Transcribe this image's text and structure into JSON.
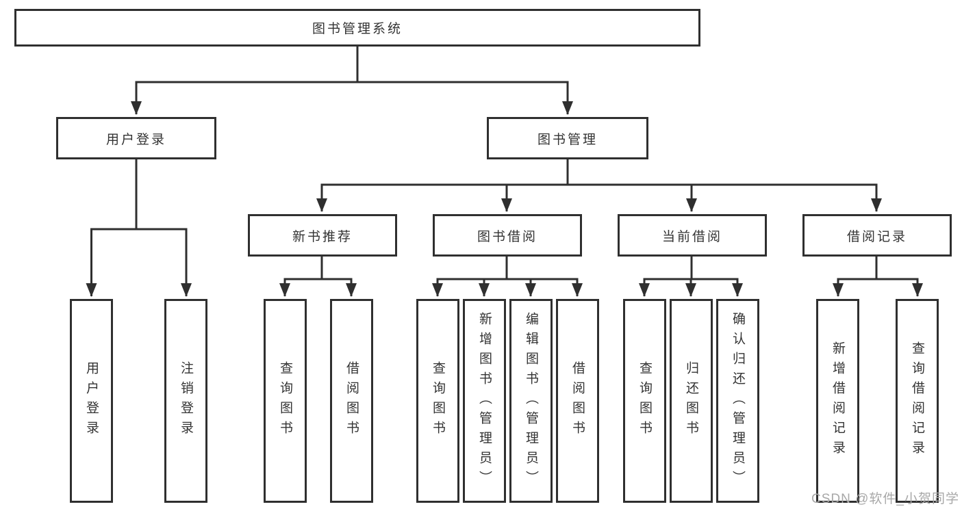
{
  "colors": {
    "line": "#2f2f2f",
    "box_border": "#2f2f2f",
    "text": "#333333",
    "watermark_text": "#a8a8a8",
    "background": "#ffffff"
  },
  "tree": {
    "root": "图书管理系统",
    "branches": [
      {
        "label": "用户登录",
        "children": [
          "用户登录",
          "注销登录"
        ]
      },
      {
        "label": "图书管理",
        "groups": [
          {
            "label": "新书推荐",
            "children": [
              "查询图书",
              "借阅图书"
            ]
          },
          {
            "label": "图书借阅",
            "children": [
              "查询图书",
              "新增图书（管理员）",
              "编辑图书（管理员）",
              "借阅图书"
            ]
          },
          {
            "label": "当前借阅",
            "children": [
              "查询图书",
              "归还图书",
              "确认归还（管理员）"
            ]
          },
          {
            "label": "借阅记录",
            "children": [
              "新增借阅记录",
              "查询借阅记录"
            ]
          }
        ]
      }
    ]
  },
  "watermark": "CSDN @软件_小贺同学"
}
